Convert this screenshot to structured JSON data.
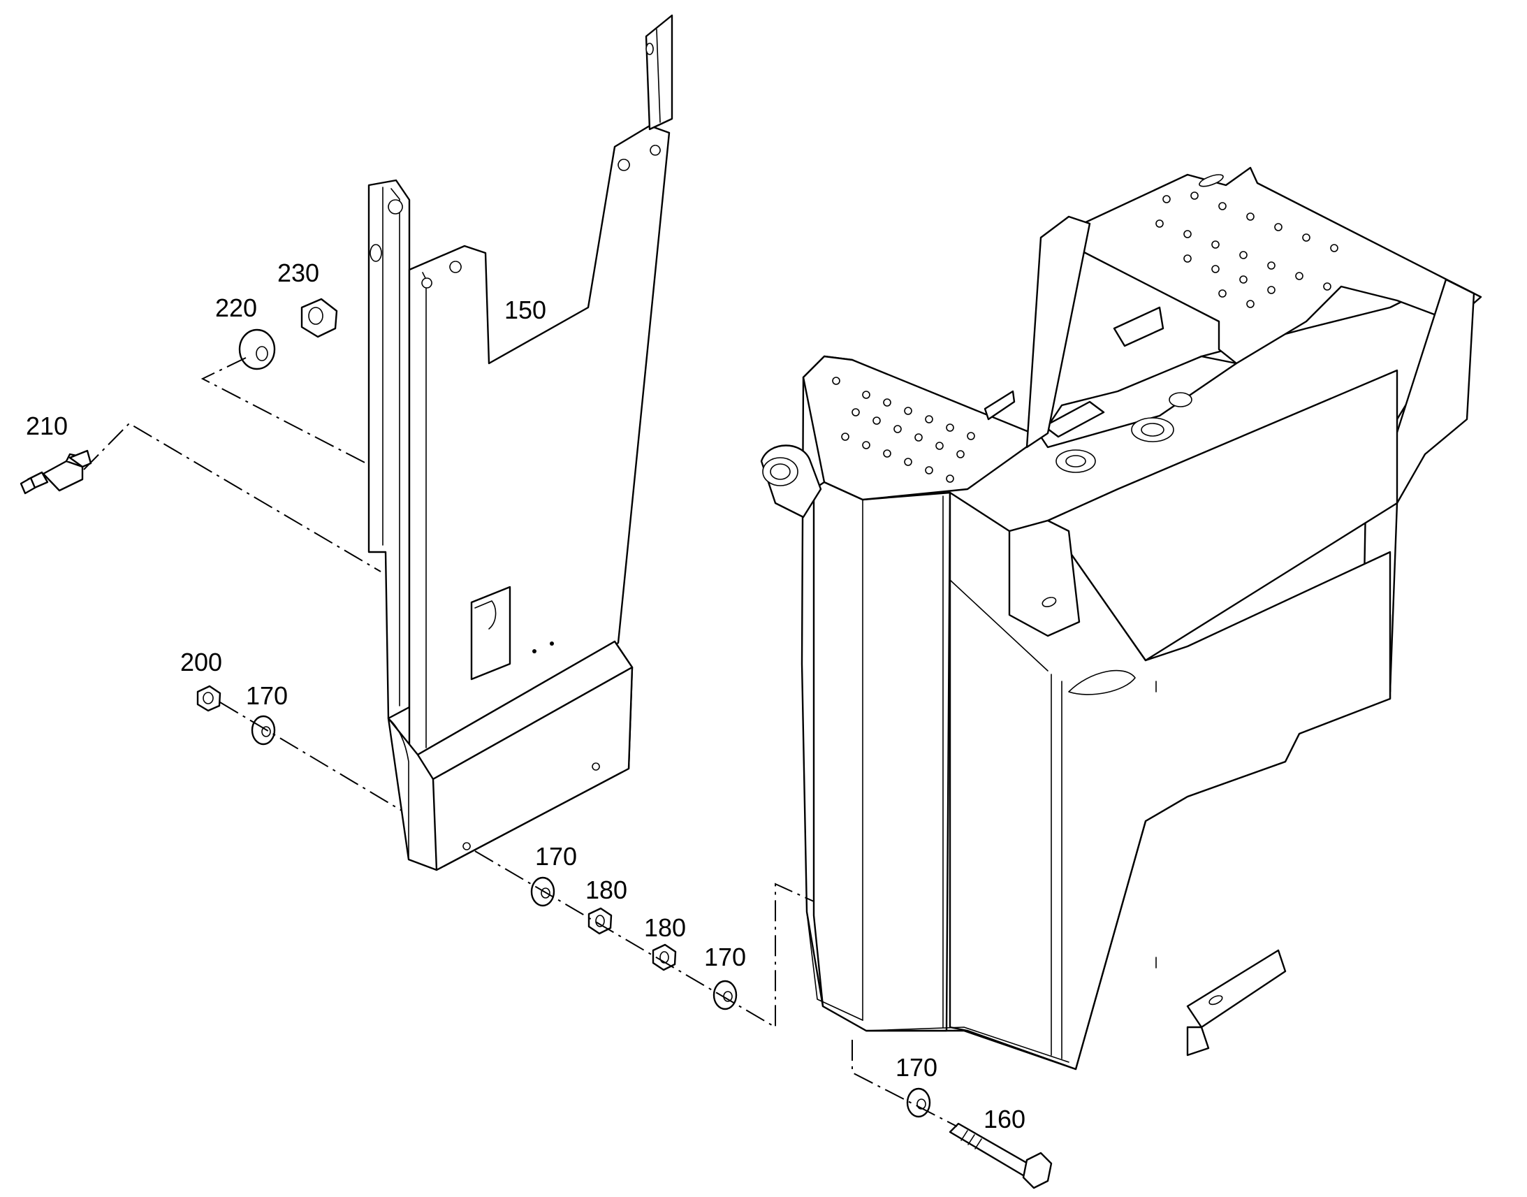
{
  "callouts": {
    "p150": "150",
    "p160": "160",
    "p170a": "170",
    "p170b": "170",
    "p170c": "170",
    "p170d": "170",
    "p180a": "180",
    "p180b": "180",
    "p200": "200",
    "p210": "210",
    "p220": "220",
    "p230": "230"
  }
}
